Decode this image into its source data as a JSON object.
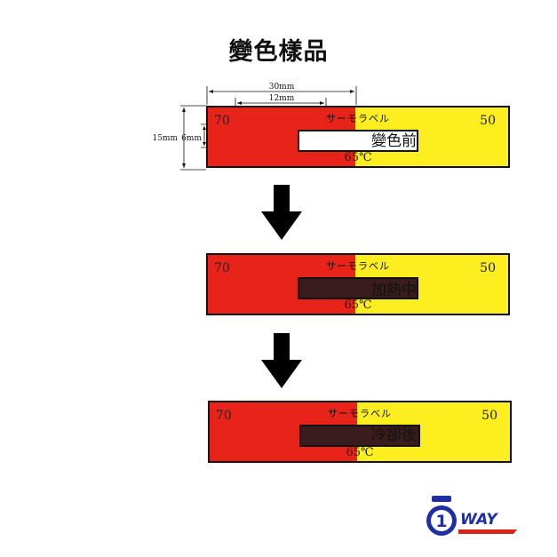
{
  "title": "變色樣品",
  "colors": {
    "red": "#e8231a",
    "yellow": "#fdef1f",
    "dark_window": "#3a1c1c",
    "white_window": "#ffffff",
    "logo_blue": "#1d2fa3",
    "logo_red": "#d6231b"
  },
  "label_text": {
    "brand": "サーモラベル",
    "low": "50",
    "high": "70",
    "threshold": "65℃"
  },
  "dimensions": {
    "width": "30mm",
    "window_width": "12mm",
    "height": "15mm",
    "window_height": "6mm"
  },
  "states": [
    {
      "caption": "變色前",
      "window": "white"
    },
    {
      "caption": "加熱中",
      "window": "dark"
    },
    {
      "caption": "冷卻後",
      "window": "dark"
    }
  ],
  "logo": {
    "digit": "1",
    "text": "WAY"
  }
}
